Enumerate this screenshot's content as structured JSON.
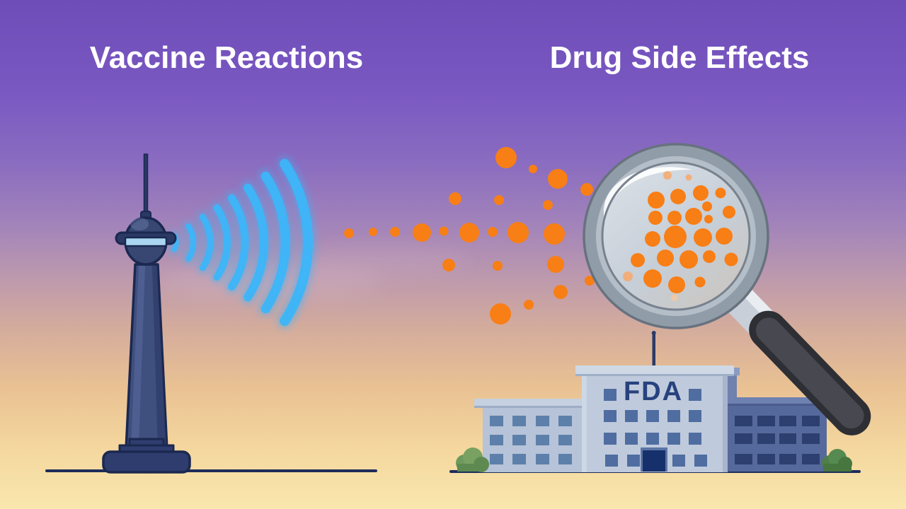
{
  "titles": {
    "left": "Vaccine Reactions",
    "right": "Drug Side Effects"
  },
  "building": {
    "sign": "FDA"
  },
  "palette": {
    "sky_top": "#6F4DB8",
    "sky_mid": "#BB98AE",
    "sky_bottom": "#F9E7AE",
    "title_text": "#FFFFFF",
    "wave_blue": "#3AB4F8",
    "dot_orange": "#F87E16",
    "outline_navy": "#1D2A52",
    "tower_blue": "#3F4F7E",
    "deck_window_blue": "#A9D5F1",
    "building_facade": "#BFCADC",
    "building_left_wing": "#B6C3D8",
    "building_right_wing": "#56699C",
    "window_blue": "#4F6DA0",
    "fda_text": "#27427E",
    "door_navy": "#16306B",
    "glass_rim": "#919CA9",
    "lens_fill": "#C7CFD8",
    "handle_gray": "#2E2F34",
    "bush_green": "#79A262"
  },
  "icons": {
    "tower": "broadcast-tower-icon",
    "waves": "radio-waves-icon",
    "dots": "signal-dots",
    "magnifier": "magnifying-glass-icon",
    "building": "fda-building-icon"
  }
}
